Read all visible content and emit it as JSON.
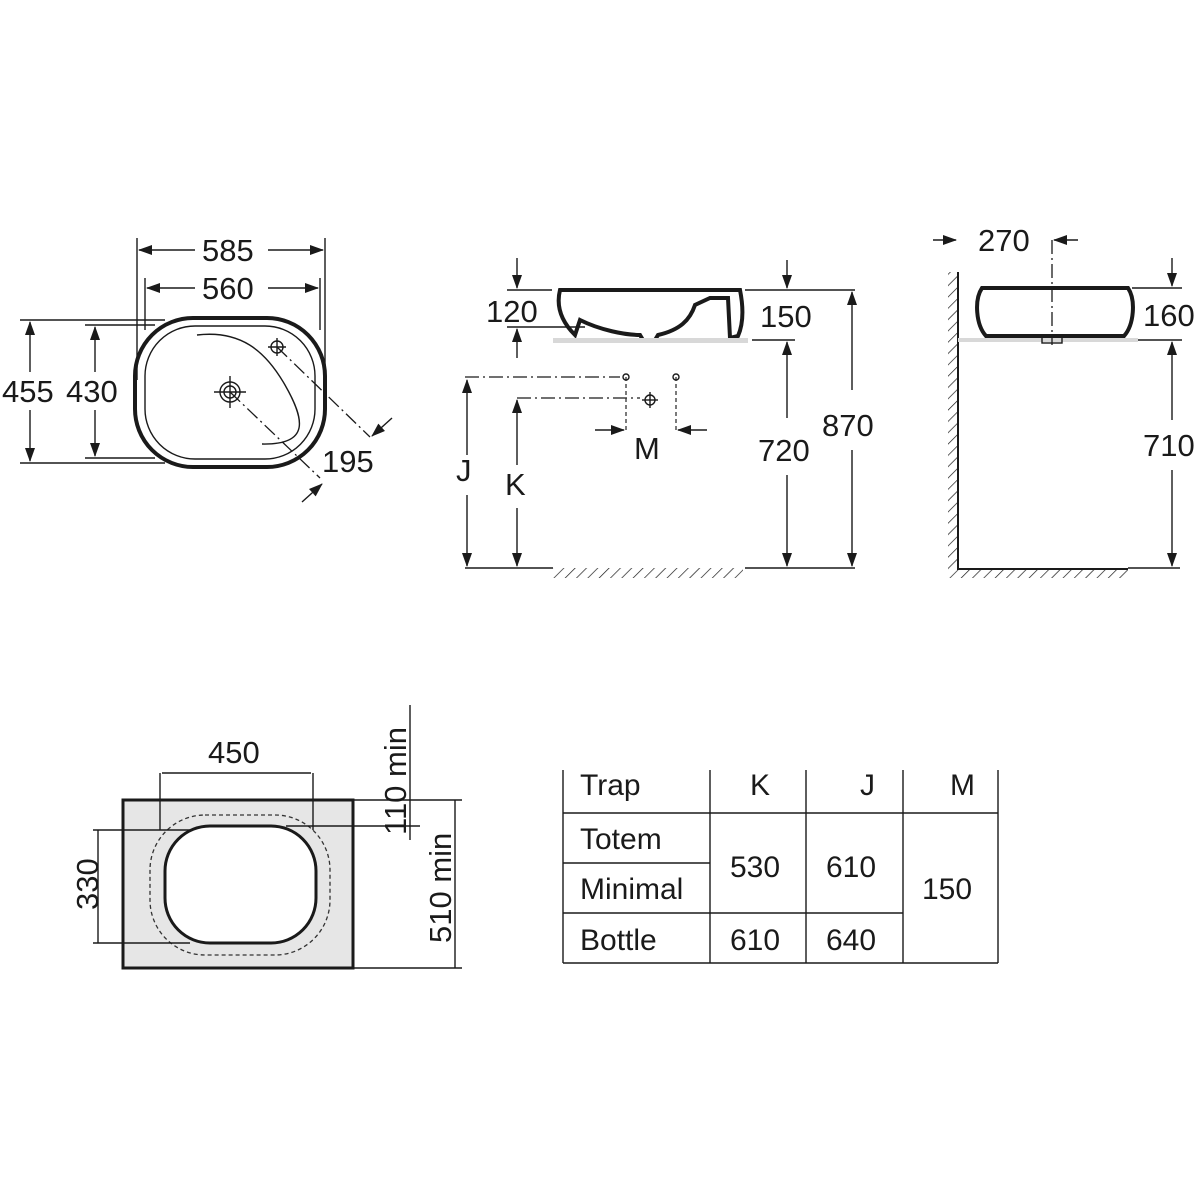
{
  "top_view": {
    "width_outer": "585",
    "width_inner": "560",
    "depth_outer": "455",
    "depth_inner": "430",
    "tap_to_drain": "195"
  },
  "side_view": {
    "basin_height": "120",
    "overall_height": "150",
    "counter_height": "720",
    "top_height": "870",
    "J": "J",
    "K": "K",
    "M": "M"
  },
  "end_view": {
    "wall_offset": "270",
    "height": "160",
    "counter_height": "710"
  },
  "cutout": {
    "width": "450",
    "depth": "330",
    "back_clearance": "110 min",
    "counter_depth": "510 min"
  },
  "trap_table": {
    "headers": [
      "Trap",
      "K",
      "J",
      "M"
    ],
    "rows": [
      {
        "trap": "Totem",
        "K": "530",
        "J": "610",
        "M": "150"
      },
      {
        "trap": "Minimal",
        "K": "530",
        "J": "610",
        "M": "150"
      },
      {
        "trap": "Bottle",
        "K": "610",
        "J": "640",
        "M": "150"
      }
    ]
  }
}
